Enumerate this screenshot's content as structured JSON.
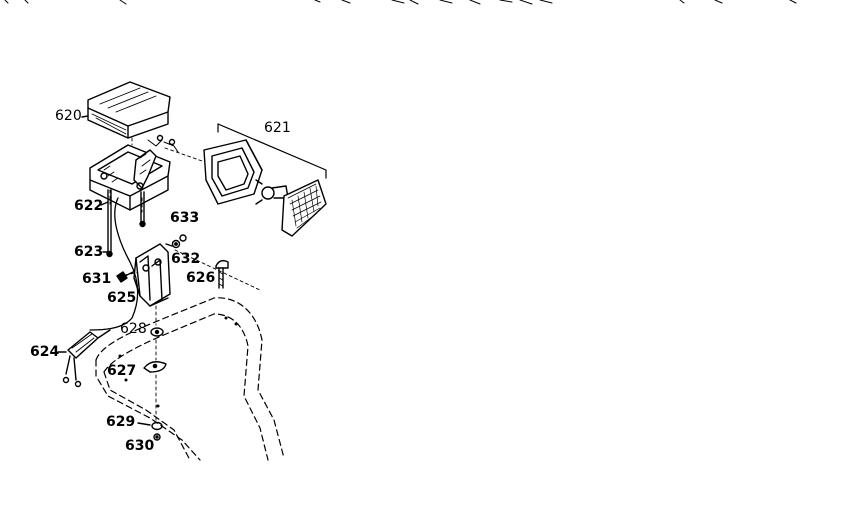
{
  "callouts": {
    "p620": "620",
    "p621": "621",
    "p622": "622",
    "p623": "623",
    "p624": "624",
    "p625": "625",
    "p626": "626",
    "p627": "627",
    "p628": "628",
    "p629": "629",
    "p630": "630",
    "p631": "631",
    "p632": "632",
    "p633": "633"
  },
  "colors": {
    "ink": "#000000",
    "paper": "#ffffff"
  }
}
